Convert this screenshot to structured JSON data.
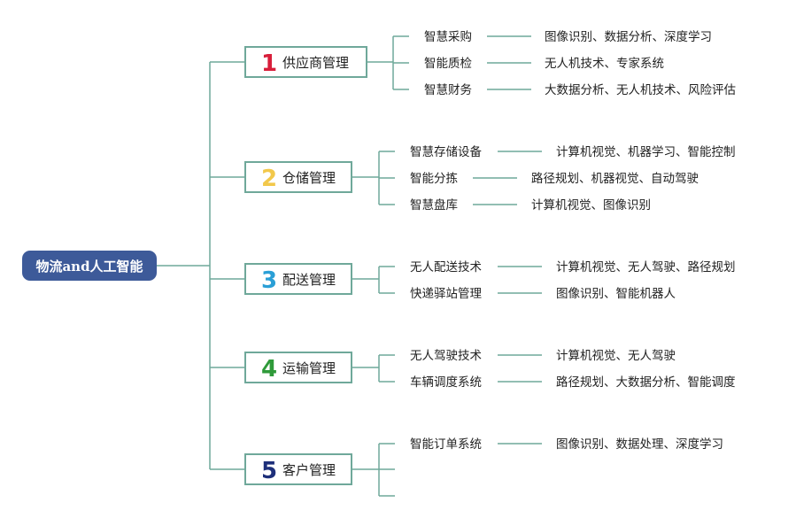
{
  "root": {
    "label": "物流and人工智能",
    "color": "#3d5a99"
  },
  "line_color": "#6fa89a",
  "categories": [
    {
      "number": "1",
      "number_color": "#d81e3a",
      "label": "供应商管理",
      "items": [
        {
          "name": "智慧采购",
          "tech": "图像识别、数据分析、深度学习"
        },
        {
          "name": "智能质检",
          "tech": "无人机技术、专家系统"
        },
        {
          "name": "智慧财务",
          "tech": "大数据分析、无人机技术、风险评估"
        }
      ]
    },
    {
      "number": "2",
      "number_color": "#f2c84b",
      "label": "仓储管理",
      "items": [
        {
          "name": "智慧存储设备",
          "tech": "计算机视觉、机器学习、智能控制"
        },
        {
          "name": "智能分拣",
          "tech": "路径规划、机器视觉、自动驾驶"
        },
        {
          "name": "智慧盘库",
          "tech": "计算机视觉、图像识别"
        }
      ]
    },
    {
      "number": "3",
      "number_color": "#2a9fd6",
      "label": "配送管理",
      "items": [
        {
          "name": "无人配送技术",
          "tech": "计算机视觉、无人驾驶、路径规划"
        },
        {
          "name": "快递驿站管理",
          "tech": "图像识别、智能机器人"
        }
      ]
    },
    {
      "number": "4",
      "number_color": "#2f9a3a",
      "label": "运输管理",
      "items": [
        {
          "name": "无人驾驶技术",
          "tech": "计算机视觉、无人驾驶"
        },
        {
          "name": "车辆调度系统",
          "tech": "路径规划、大数据分析、智能调度"
        }
      ]
    },
    {
      "number": "5",
      "number_color": "#1d2f7a",
      "label": "客户管理",
      "items": [
        {
          "name": "智能订单系统",
          "tech": "图像识别、数据处理、深度学习"
        },
        {
          "name": "",
          "tech": ""
        },
        {
          "name": "",
          "tech": ""
        }
      ]
    }
  ]
}
